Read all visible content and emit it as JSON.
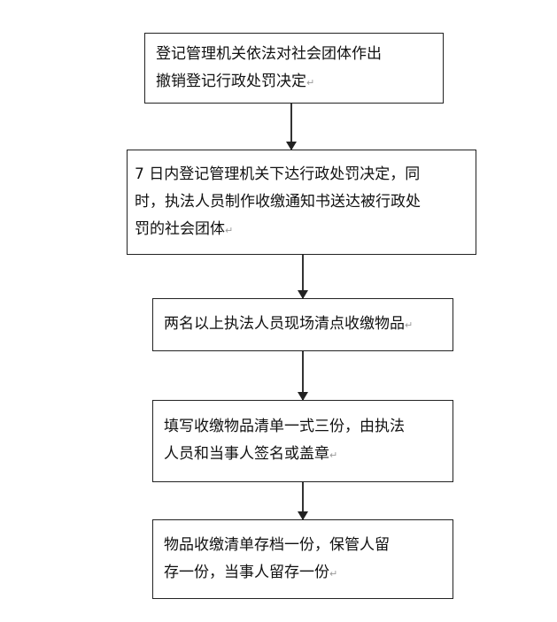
{
  "steps": [
    {
      "lines": [
        "登记管理机关依法对社会团体作出",
        "撤销登记行政处罚决定"
      ]
    },
    {
      "lines": [
        "7 日内登记管理机关下达行政处罚决定，同",
        "时，执法人员制作收缴通知书送达被行政处",
        "罚的社会团体"
      ]
    },
    {
      "lines": [
        "两名以上执法人员现场清点收缴物品"
      ]
    },
    {
      "lines": [
        "填写收缴物品清单一式三份，由执法",
        "人员和当事人签名或盖章"
      ]
    },
    {
      "lines": [
        "物品收缴清单存档一份，保管人留",
        "存一份，当事人留存一份"
      ]
    }
  ],
  "paragraph_mark": "↵"
}
